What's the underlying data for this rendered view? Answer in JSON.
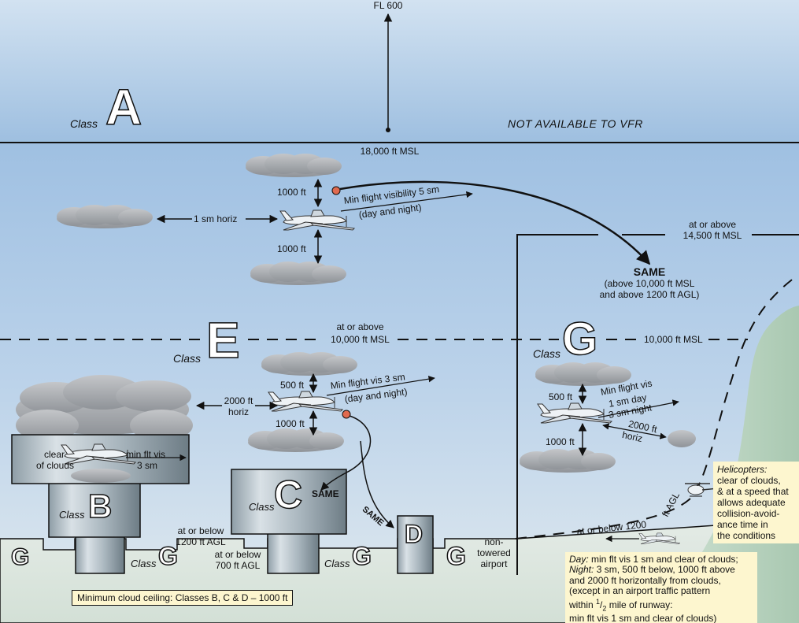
{
  "labels": {
    "fl600": "FL 600",
    "not_vfr": "NOT AVAILABLE TO VFR",
    "msl18k": "18,000 ft MSL",
    "above_1000": "1000 ft",
    "below_1000": "1000 ft",
    "sm_horiz": "1 sm horiz",
    "min_vis_5": "Min flight visibility 5 sm",
    "day_night_a": "(day and night)",
    "at_or_above_14500_l1": "at or above",
    "at_or_above_14500_l2": "14,500 ft MSL",
    "same_main": "SAME",
    "same_sub1": "(above 10,000 ft MSL",
    "same_sub2": "and above 1200 ft AGL)",
    "at_or_above_10k_l1": "at or above",
    "at_or_above_10k_l2": "10,000 ft MSL",
    "msl10k_right": "10,000 ft MSL",
    "e_500": "500 ft",
    "e_1000": "1000 ft",
    "e_horiz_l1": "2000 ft",
    "e_horiz_l2": "horiz",
    "min_vis_3": "Min flight vis 3 sm",
    "day_night_e": "(day and night)",
    "b_clear_l1": "clear",
    "b_clear_l2": "of clouds",
    "b_vis_l1": "min flt vis",
    "b_vis_l2": "3 sm",
    "same_c": "SAME",
    "same_d": "SAME",
    "below_1200_l1": "at or below",
    "below_1200_l2": "1200 ft AGL",
    "below_700_l1": "at or below",
    "below_700_l2": "700 ft AGL",
    "non_towered_l1": "non-",
    "non_towered_l2": "towered",
    "non_towered_l3": "airport",
    "g_500": "500 ft",
    "g_1000": "1000 ft",
    "g_vis_l1": "Min flight vis",
    "g_vis_l2": "1 sm day",
    "g_vis_l3": "3 sm night",
    "g_horiz_l1": "2000 ft",
    "g_horiz_l2": "horiz",
    "below_1200_agl_a": "at or below 1200",
    "below_1200_agl_b": "ft AGL"
  },
  "class_labels": {
    "class_word": "Class",
    "a": "A",
    "e": "E",
    "g_upper": "G",
    "b": "B",
    "c": "C",
    "d": "D",
    "g": "G"
  },
  "helicopters": {
    "title": "Helicopters:",
    "lines": [
      "clear of clouds,",
      "& at a speed that",
      "allows adequate",
      "collision-avoid-",
      "ance time in",
      "the conditions"
    ]
  },
  "day_night_note": {
    "day_label": "Day:",
    "day_text": " min flt vis 1 sm and clear of clouds;",
    "night_label": "Night:",
    "night_text": " 3 sm, 500 ft below, 1000 ft above",
    "lines": [
      "and 2000 ft horizontally from clouds,",
      "(except in an airport traffic pattern"
    ],
    "within_pre": "within ",
    "within_num": "1",
    "within_den": "2",
    "within_post": " mile of runway:",
    "last_line": "min flt vis 1 sm and clear of clouds)"
  },
  "ceiling_note": "Minimum cloud ceiling: Classes B, C & D – 1000 ft",
  "colors": {
    "sky_top": "#c4d9ee",
    "sky_mid": "#a7c4e3",
    "sky_low": "#d9e6ef",
    "ground": "#dfe8e2",
    "hill": "#b7d1bd",
    "note_bg": "#fdf6cf",
    "dot": "#e06a4f"
  }
}
